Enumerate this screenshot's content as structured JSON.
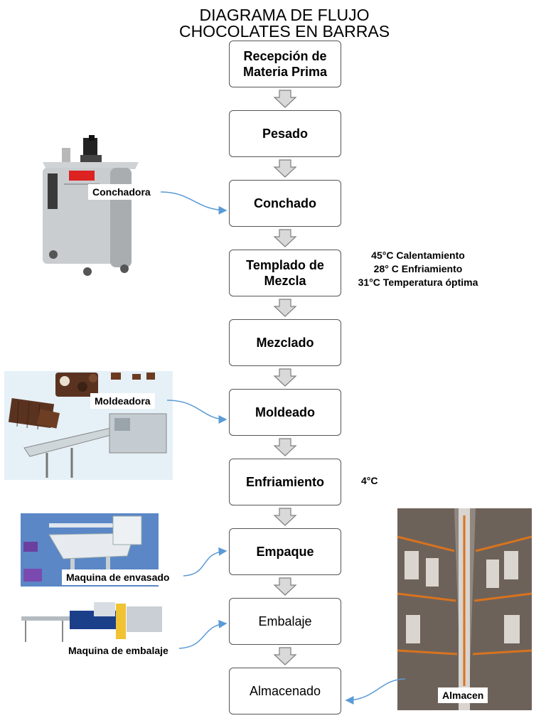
{
  "title": {
    "line1": "DIAGRAMA DE FLUJO",
    "line2": "CHOCOLATES EN BARRAS"
  },
  "steps": [
    {
      "line1": "Recepción de",
      "line2": "Materia Prima"
    },
    {
      "line1": "Pesado",
      "line2": ""
    },
    {
      "line1": "Conchado",
      "line2": ""
    },
    {
      "line1": "Templado de",
      "line2": "Mezcla"
    },
    {
      "line1": "Mezclado",
      "line2": ""
    },
    {
      "line1": "Moldeado",
      "line2": ""
    },
    {
      "line1": "Enfriamiento",
      "line2": ""
    },
    {
      "line1": "Empaque",
      "line2": ""
    },
    {
      "line1": "Embalaje",
      "line2": ""
    },
    {
      "line1": "Almacenado",
      "line2": ""
    }
  ],
  "notes": {
    "tempering": [
      "45°C Calentamiento",
      "28° C Enfriamiento",
      "31°C Temperatura óptima"
    ],
    "cooling": "4°C"
  },
  "equipment": {
    "conchadora": "Conchadora",
    "moldeadora": "Moldeadora",
    "envasado": "Maquina de envasado",
    "embalaje": "Maquina de embalaje",
    "almacen": "Almacen"
  },
  "colors": {
    "connector": "#5b9bd5",
    "box_border": "#555555",
    "arrow_fill": "#d9d9d9",
    "arrow_stroke": "#7f7f7f"
  }
}
